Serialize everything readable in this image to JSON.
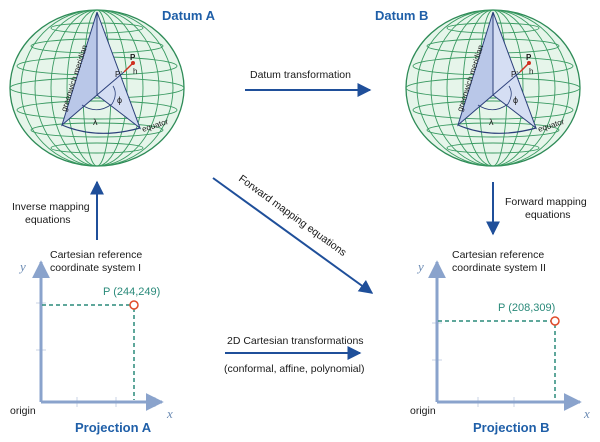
{
  "colors": {
    "globe_grid": "#2e8b57",
    "globe_fill": "#e6f5ea",
    "wedge": "#c8d4ee",
    "arrow": "#1f4f9a",
    "axis": "#8aa3cc",
    "dashed": "#2a8a7a",
    "point": "#e04b2a",
    "title": "#1f5fa8"
  },
  "datum_a": {
    "title": "Datum A",
    "meridian_label": "greenwich meridian",
    "equator_label": "equator",
    "lambda": "λ",
    "phi": "ϕ",
    "p_prime": "P'",
    "p": "P",
    "h": "h"
  },
  "datum_b": {
    "title": "Datum B",
    "meridian_label": "greenwich meridian",
    "equator_label": "equator",
    "lambda": "λ",
    "phi": "ϕ",
    "p_prime": "P'",
    "p": "P",
    "h": "h"
  },
  "arrows": {
    "datum_transformation": "Datum transformation",
    "inverse_mapping": [
      "Inverse mapping",
      "equations"
    ],
    "forward_mapping": [
      "Forward  mapping",
      "equations"
    ],
    "forward_mapping_diag": "Forward mapping equations",
    "cartesian_2d": "2D Cartesian transformations",
    "cartesian_2d_sub": "(conformal, affine, polynomial)"
  },
  "proj_a": {
    "heading": [
      "Cartesian reference",
      "coordinate system I"
    ],
    "point_label": "P (244,249)",
    "y_label": "y",
    "x_label": "x",
    "origin": "origin",
    "title": "Projection A"
  },
  "proj_b": {
    "heading": [
      "Cartesian reference",
      "coordinate system II"
    ],
    "point_label": "P (208,309)",
    "y_label": "y",
    "x_label": "x",
    "origin": "origin",
    "title": "Projection B"
  }
}
